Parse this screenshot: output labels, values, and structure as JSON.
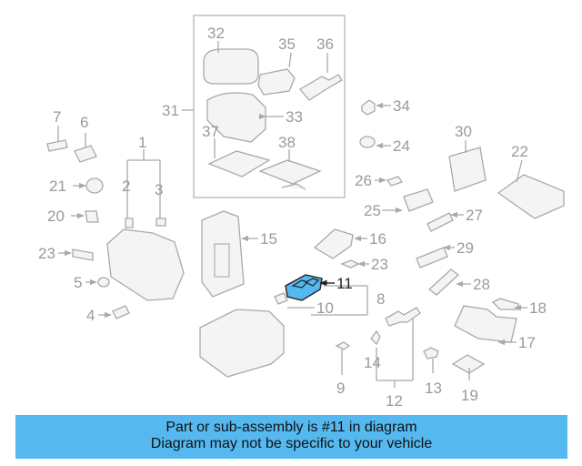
{
  "diagram": {
    "highlight_color": "#55b8ee",
    "callouts": {
      "c1": "1",
      "c2": "2",
      "c3": "3",
      "c4": "4",
      "c5": "5",
      "c6": "6",
      "c7": "7",
      "c8": "8",
      "c9": "9",
      "c10": "10",
      "c11": "11",
      "c12": "12",
      "c13": "13",
      "c14": "14",
      "c15": "15",
      "c16": "16",
      "c17": "17",
      "c18": "18",
      "c19": "19",
      "c20": "20",
      "c21": "21",
      "c22": "22",
      "c23a": "23",
      "c23b": "23",
      "c24": "24",
      "c25": "25",
      "c26": "26",
      "c27": "27",
      "c28": "28",
      "c29": "29",
      "c30": "30",
      "c31": "31",
      "c32": "32",
      "c33": "33",
      "c34": "34",
      "c35": "35",
      "c36": "36",
      "c37": "37",
      "c38": "38"
    }
  },
  "caption": {
    "line1": "Part or sub-assembly is #11 in diagram",
    "line2": "Diagram may not be specific to your vehicle",
    "background": "#55b8ee"
  }
}
